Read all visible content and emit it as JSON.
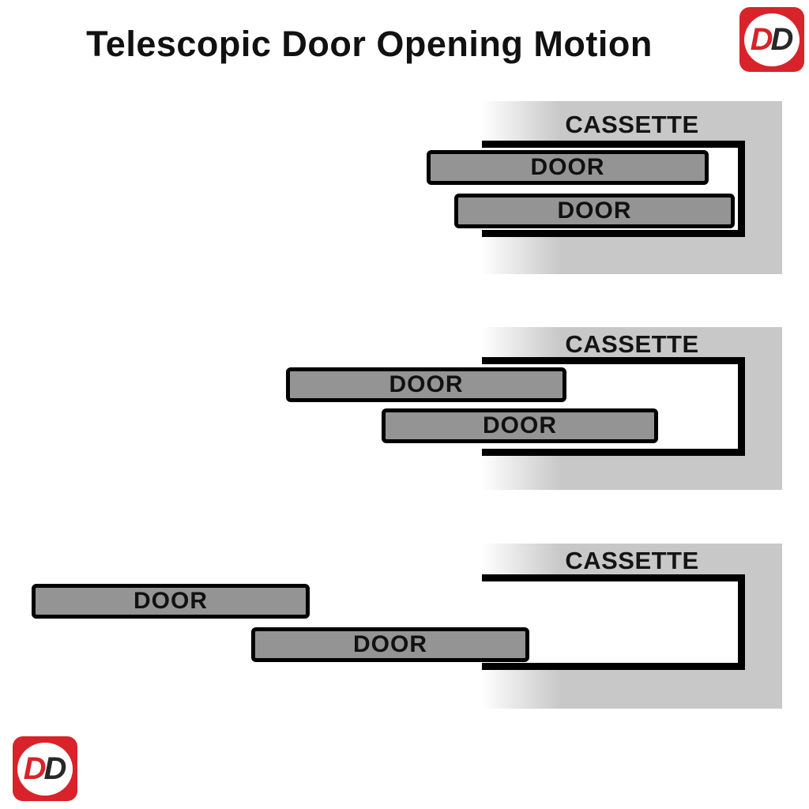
{
  "title": "Telescopic Door Opening Motion",
  "logo": {
    "name": "DD logo",
    "letter1": "D",
    "letter2": "D"
  },
  "colors": {
    "brand_red": "#d8232a",
    "door_gray": "#949494",
    "cassette_bg_gray": "#c8c8c8",
    "outline_black": "#000000"
  },
  "panels": [
    {
      "stage": 1,
      "description": "doors nested inside cassette",
      "cassette_label": "CASSETTE",
      "doors": [
        {
          "label": "DOOR"
        },
        {
          "label": "DOOR"
        }
      ]
    },
    {
      "stage": 2,
      "description": "doors partially extended",
      "cassette_label": "CASSETTE",
      "doors": [
        {
          "label": "DOOR"
        },
        {
          "label": "DOOR"
        }
      ]
    },
    {
      "stage": 3,
      "description": "doors fully extended",
      "cassette_label": "CASSETTE",
      "doors": [
        {
          "label": "DOOR"
        },
        {
          "label": "DOOR"
        }
      ]
    }
  ]
}
